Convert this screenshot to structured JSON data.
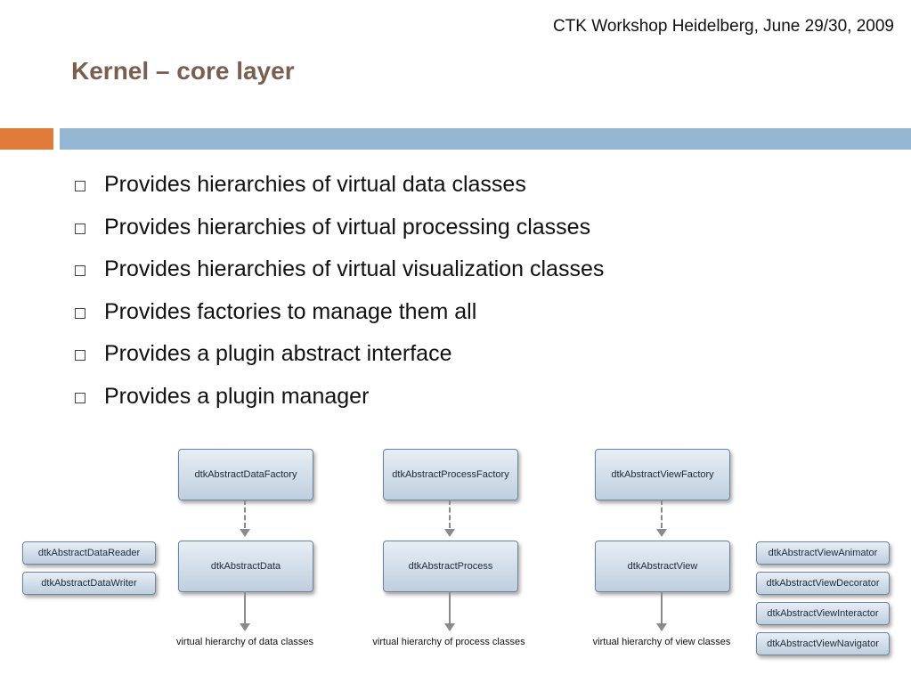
{
  "header": {
    "event": "CTK Workshop Heidelberg, June 29/30, 2009"
  },
  "slide": {
    "title": "Kernel – core layer"
  },
  "bullets": [
    "Provides hierarchies of virtual data classes",
    "Provides hierarchies of virtual processing classes",
    "Provides hierarchies of virtual visualization classes",
    "Provides factories to manage them all",
    "Provides a plugin abstract interface",
    "Provides a plugin manager"
  ],
  "diagram": {
    "data": {
      "factory": "dtkAbstractDataFactory",
      "core": "dtkAbstractData",
      "caption": "virtual hierarchy of data classes",
      "side": [
        "dtkAbstractDataReader",
        "dtkAbstractDataWriter"
      ]
    },
    "process": {
      "factory": "dtkAbstractProcessFactory",
      "core": "dtkAbstractProcess",
      "caption": "virtual hierarchy of process classes"
    },
    "view": {
      "factory": "dtkAbstractViewFactory",
      "core": "dtkAbstractView",
      "caption": "virtual hierarchy of view classes",
      "side": [
        "dtkAbstractViewAnimator",
        "dtkAbstractViewDecorator",
        "dtkAbstractViewInteractor",
        "dtkAbstractViewNavigator"
      ]
    }
  }
}
